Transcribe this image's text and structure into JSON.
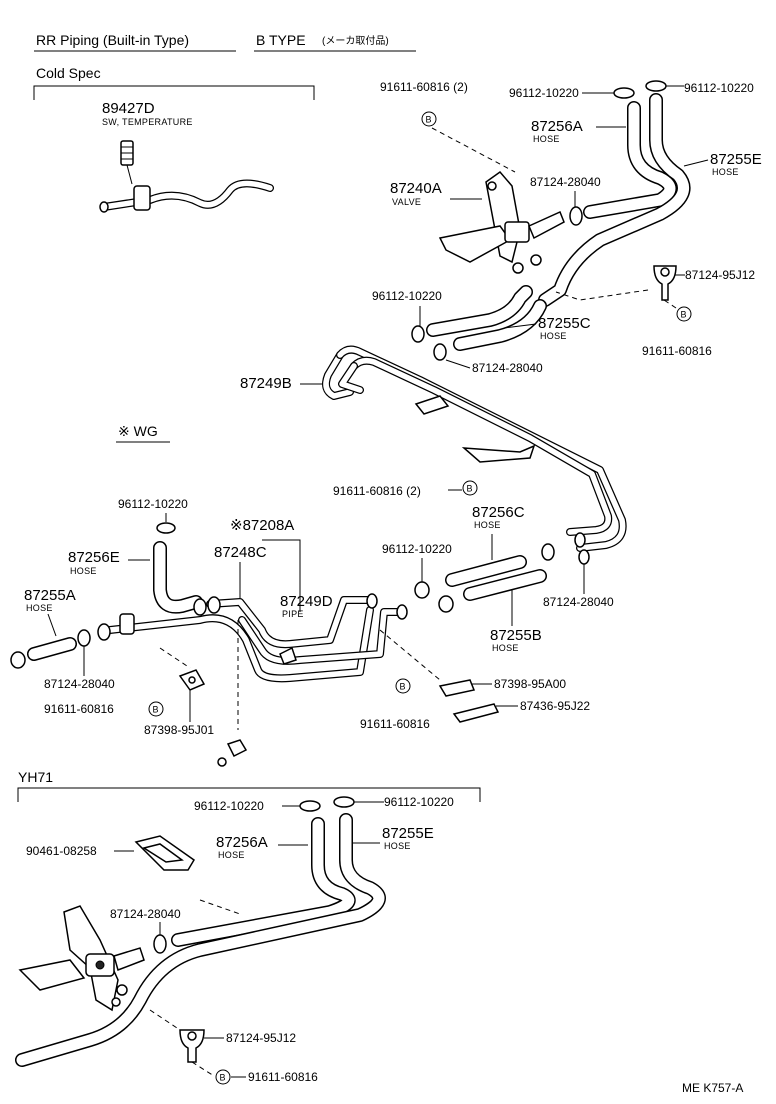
{
  "title": {
    "main": "RR Piping (Built-in Type)",
    "type": "B  TYPE",
    "type_note": "(メーカ取付品)"
  },
  "sections": {
    "cold_spec": "Cold Spec",
    "wg": "※ WG",
    "yh71": "YH71"
  },
  "bolt_symbol": "B",
  "labels": {
    "p89427D": "89427D",
    "p89427D_desc": "SW, TEMPERATURE",
    "p91611_60816_2_top": "91611-60816 (2)",
    "p96112_top_left": "96112-10220",
    "p96112_top_right": "96112-10220",
    "p87256A": "87256A",
    "p87256A_desc": "HOSE",
    "p87255E": "87255E",
    "p87255E_desc": "HOSE",
    "p87240A": "87240A",
    "p87240A_desc": "VALVE",
    "p87124_28040_a": "87124-28040",
    "p87124_95J12": "87124-95J12",
    "p91611_60816_a": "91611-60816",
    "p96112_mid": "96112-10220",
    "p87255C": "87255C",
    "p87255C_desc": "HOSE",
    "p87124_28040_b": "87124-28040",
    "p87249B": "87249B",
    "p91611_60816_2_mid": "91611-60816 (2)",
    "p96112_wg": "96112-10220",
    "p87208A": "※87208A",
    "p87256E_wg": "87256E",
    "p87256E_wg_desc": "HOSE",
    "p87248C": "87248C",
    "p87256C": "87256C",
    "p87256C_desc": "HOSE",
    "p96112_wg_right": "96112-10220",
    "p87255A": "87255A",
    "p87255A_desc": "HOSE",
    "p87249D": "87249D",
    "p87249D_desc": "PIPE",
    "p87124_28040_c": "87124-28040",
    "p87255B": "87255B",
    "p87255B_desc": "HOSE",
    "p87124_28040_d": "87124-28040",
    "p91611_60816_b": "91611-60816",
    "p87398_95J01": "87398-95J01",
    "p87398_95A00": "87398-95A00",
    "p91611_60816_c": "91611-60816",
    "p87436_95J22": "87436-95J22",
    "p96112_yh_left": "96112-10220",
    "p96112_yh_right": "96112-10220",
    "p90461_08258": "90461-08258",
    "p87256A_yh": "87256A",
    "p87256A_yh_desc": "HOSE",
    "p87255E_yh": "87255E",
    "p87255E_yh_desc": "HOSE",
    "p87124_28040_e": "87124-28040",
    "p87124_95J12_yh": "87124-95J12",
    "p91611_60816_d": "91611-60816"
  },
  "footer": "ME  K757-A"
}
